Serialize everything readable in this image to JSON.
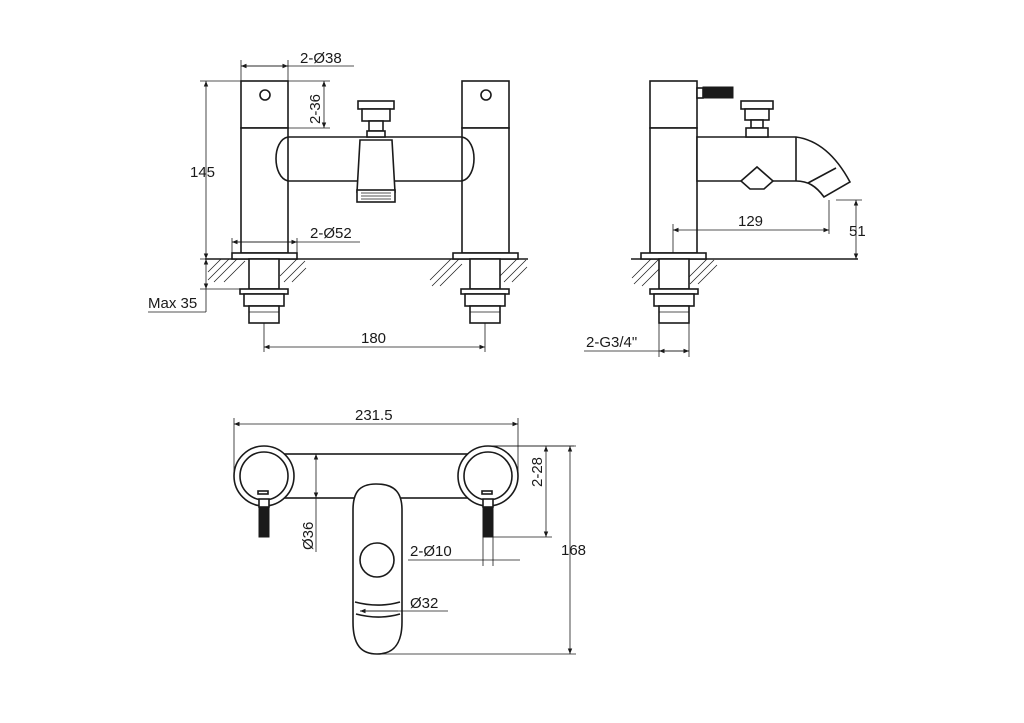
{
  "front_view": {
    "handle_diameter": "2-Ø38",
    "handle_height": "2-36",
    "height": "145",
    "base_diameter": "2-Ø52",
    "deck_thickness": "Max 35",
    "centres": "180"
  },
  "side_view": {
    "spout_reach": "129",
    "spout_height": "51",
    "inlet_thread": "2-G3/4\""
  },
  "top_view": {
    "overall_width": "231.5",
    "lever_offset": "2-28",
    "body_diameter": "Ø36",
    "lever_diameter": "2-Ø10",
    "spout_diameter": "Ø32",
    "overall_depth": "168"
  }
}
